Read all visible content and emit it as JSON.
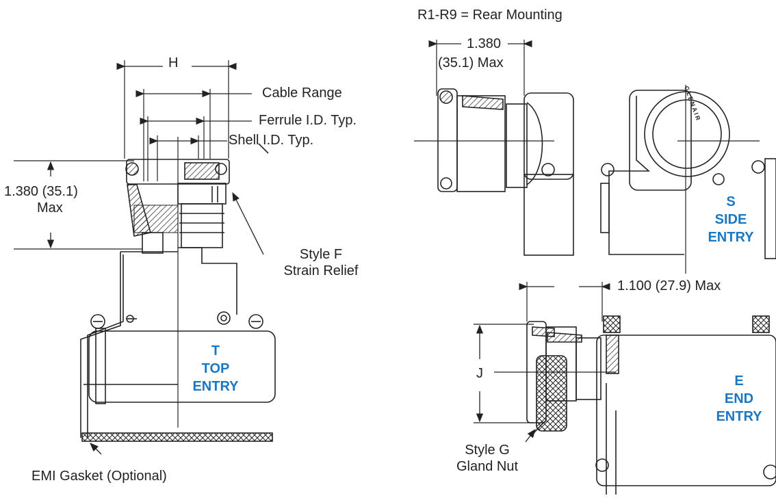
{
  "header": {
    "rear_mounting": "R1-R9 = Rear Mounting"
  },
  "top_entry": {
    "dim_h": "H",
    "cable_range": "Cable Range",
    "ferrule_id": "Ferrule I.D. Typ.",
    "shell_id": "Shell I.D. Typ.",
    "height_dim_line1": "1.380 (35.1)",
    "height_dim_line2": "Max",
    "strain_relief_line1": "Style F",
    "strain_relief_line2": "Strain Relief",
    "code": "T",
    "name_line1": "TOP",
    "name_line2": "ENTRY",
    "gasket": "EMI Gasket (Optional)"
  },
  "side_entry": {
    "width_dim_line1": "1.380",
    "width_dim_line2": "(35.1) Max",
    "code": "S",
    "name_line1": "SIDE",
    "name_line2": "ENTRY",
    "brand_mark": "GLENAIR"
  },
  "end_entry": {
    "width_dim": "1.100 (27.9) Max",
    "dim_j": "J",
    "code": "E",
    "name_line1": "END",
    "name_line2": "ENTRY",
    "gland_nut_line1": "Style G",
    "gland_nut_line2": "Gland Nut"
  },
  "colors": {
    "accent": "#1a77c4",
    "line": "#222222"
  }
}
